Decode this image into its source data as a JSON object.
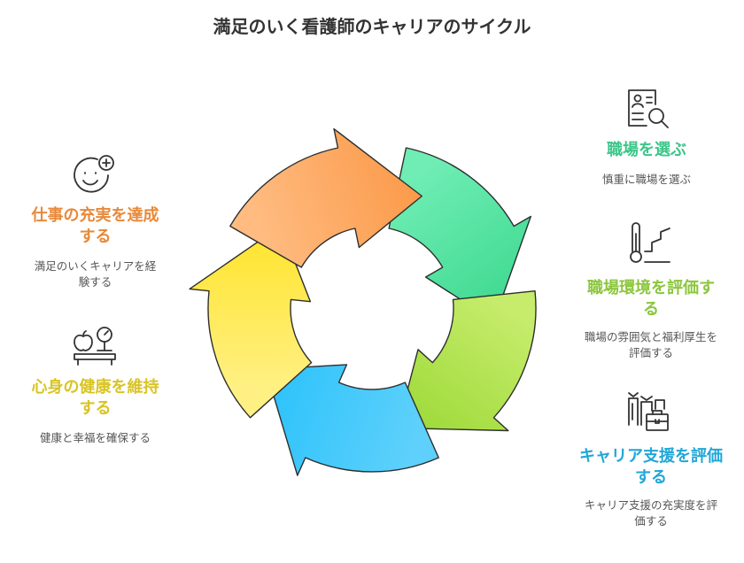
{
  "title": "満足のいく看護師のキャリアのサイクル",
  "steps": [
    {
      "title": "職場を選ぶ",
      "desc": "慎重に職場を選ぶ",
      "color": "#3cc68a",
      "icon": "resume-search-icon",
      "arrow_from": "#6fedb4",
      "arrow_to": "#3ed990"
    },
    {
      "title": "職場環境を評価する",
      "desc": "職場の雰囲気と福利厚生を評価する",
      "color": "#8cc63e",
      "icon": "thermometer-chart-icon",
      "arrow_from": "#c7ec6c",
      "arrow_to": "#9bd936"
    },
    {
      "title": "キャリア支援を評価する",
      "desc": "キャリア支援の充実度を評価する",
      "color": "#21a7d8",
      "icon": "office-briefcase-icon",
      "arrow_from": "#5ed0fb",
      "arrow_to": "#2ac2fb"
    },
    {
      "title": "心身の健康を維持する",
      "desc": "健康と幸福を確保する",
      "color": "#d8c424",
      "icon": "apple-scale-icon",
      "arrow_from": "#fff084",
      "arrow_to": "#ffe42a"
    },
    {
      "title": "仕事の充実を達成する",
      "desc": "満足のいくキャリアを経験する",
      "color": "#e8893a",
      "icon": "happy-face-plus-icon",
      "arrow_from": "#ffbb80",
      "arrow_to": "#fb9a4a"
    }
  ]
}
